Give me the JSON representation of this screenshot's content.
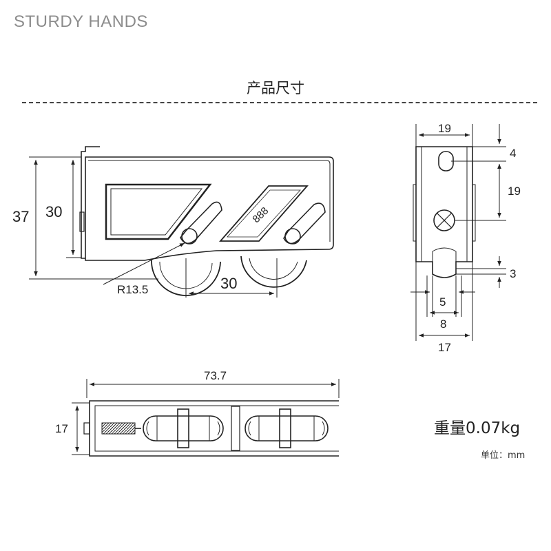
{
  "brand": "STURDY HANDS",
  "section_title": "产品尺寸",
  "weight": "重量0.07kg",
  "unit_note": "单位：mm",
  "side_view": {
    "height_total": "37",
    "height_body": "30",
    "wheel_radius": "R13.5",
    "wheel_spacing": "30",
    "plate_marking": "888"
  },
  "end_view": {
    "width_top": "19",
    "slot_offset": "4",
    "slot_to_axle": "19",
    "groove_depth": "3",
    "groove_inner": "5",
    "groove_outer": "8",
    "width_total": "17"
  },
  "top_view": {
    "length": "73.7",
    "width": "17"
  }
}
